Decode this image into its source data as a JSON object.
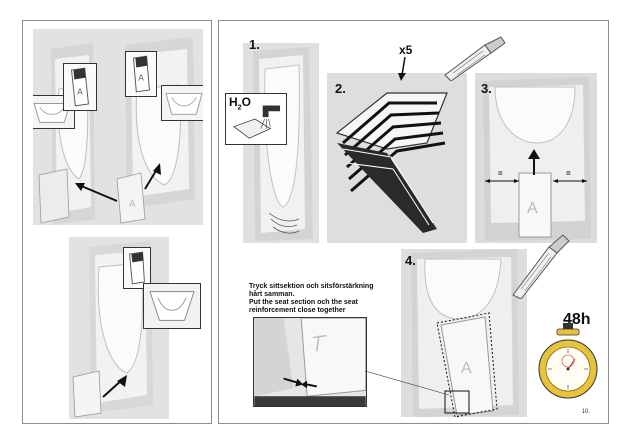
{
  "steps": {
    "step1": "1.",
    "step2": "2.",
    "step3": "3.",
    "step4": "4."
  },
  "labels": {
    "h2o": "H",
    "h2o_sub": "2",
    "h2o_o": "O",
    "x5": "x5",
    "time_48h": "48h",
    "equal_left": "=",
    "equal_right": "="
  },
  "instructions": {
    "line1": "Tryck sittsektion och sitsförstärkning",
    "line2": "hårt samman.",
    "line3": "Put the seat section och the seat",
    "line4": "reinforcement close together"
  },
  "page_number": "10.",
  "colors": {
    "ceramic": "#f7f7f7",
    "photo_bg": "#e4e4e4",
    "sealant": "#111111",
    "timer_gold": "#e8c23a"
  },
  "icons": [
    "arrow-icon",
    "water-tap-icon",
    "sealant-tube-icon",
    "stopwatch-icon",
    "equal-gap-icon"
  ]
}
